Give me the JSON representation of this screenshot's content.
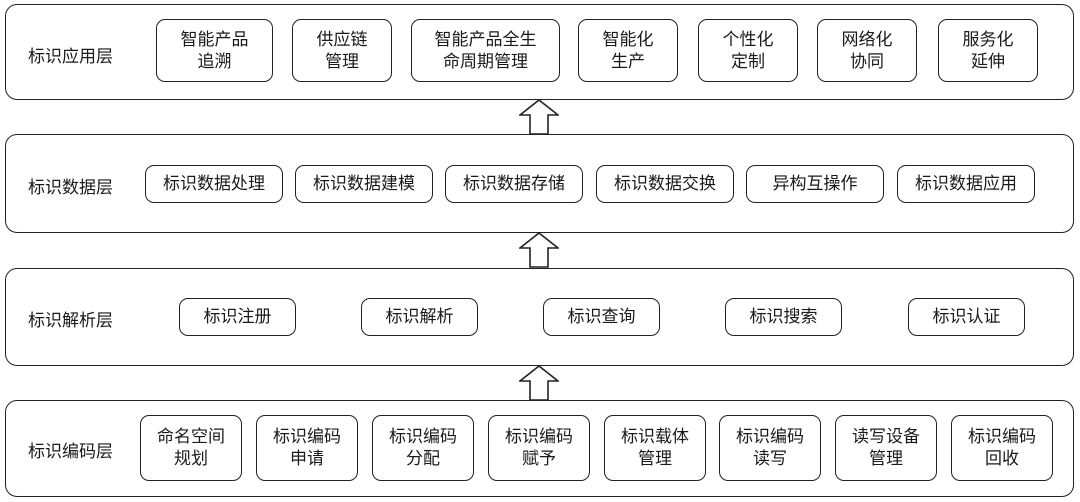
{
  "layers": {
    "application": {
      "title": "标识应用层",
      "items": [
        {
          "l1": "智能产品",
          "l2": "追溯"
        },
        {
          "l1": "供应链",
          "l2": "管理"
        },
        {
          "l1": "智能产品全生",
          "l2": "命周期管理"
        },
        {
          "l1": "智能化",
          "l2": "生产"
        },
        {
          "l1": "个性化",
          "l2": "定制"
        },
        {
          "l1": "网络化",
          "l2": "协同"
        },
        {
          "l1": "服务化",
          "l2": "延伸"
        }
      ]
    },
    "data": {
      "title": "标识数据层",
      "items": [
        "标识数据处理",
        "标识数据建模",
        "标识数据存储",
        "标识数据交换",
        "异构互操作",
        "标识数据应用"
      ]
    },
    "resolution": {
      "title": "标识解析层",
      "items": [
        "标识注册",
        "标识解析",
        "标识查询",
        "标识搜索",
        "标识认证"
      ]
    },
    "encoding": {
      "title": "标识编码层",
      "items": [
        {
          "l1": "命名空间",
          "l2": "规划"
        },
        {
          "l1": "标识编码",
          "l2": "申请"
        },
        {
          "l1": "标识编码",
          "l2": "分配"
        },
        {
          "l1": "标识编码",
          "l2": "赋予"
        },
        {
          "l1": "标识载体",
          "l2": "管理"
        },
        {
          "l1": "标识编码",
          "l2": "读写"
        },
        {
          "l1": "读写设备",
          "l2": "管理"
        },
        {
          "l1": "标识编码",
          "l2": "回收"
        }
      ]
    }
  }
}
